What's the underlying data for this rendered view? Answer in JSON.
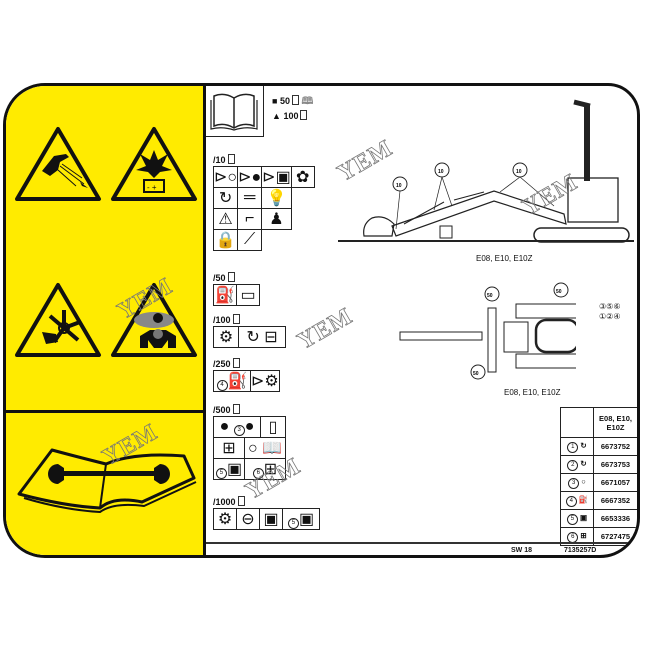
{
  "decal": {
    "title": "Bobcat E08/E10/E10Z maintenance decal",
    "accent_color": "#ffeb00",
    "border_color": "#111111"
  },
  "warnings": [
    {
      "name": "high-pressure-fluid-warning-icon"
    },
    {
      "name": "battery-explosion-warning-icon"
    },
    {
      "name": "rotating-fan-warning-icon"
    },
    {
      "name": "toxic-fumes-warning-icon"
    },
    {
      "name": "service-manual-wrench-icon"
    }
  ],
  "header": {
    "row1_symbol": "■",
    "row1_hours": "50",
    "row2_symbol": "▲",
    "row2_hours": "100"
  },
  "intervals": [
    {
      "label": "/10",
      "icons": [
        "engine-oil-level-icon",
        "engine-coolant-level-icon",
        "hydraulic-oil-level-icon",
        "fan-belt-icon",
        "air-cleaner-icon",
        "fuel-line-icon",
        "warning-lamp-icon",
        "safety-decals-icon",
        "seat-bar-icon",
        "operator-seat-icon",
        "lock-icon",
        "control-lever-icon"
      ]
    },
    {
      "label": "/50",
      "icons": [
        "fuel-filter-icon",
        "battery-icon"
      ]
    },
    {
      "label": "/100",
      "icons": [
        "engine-belt-icon",
        "alternator-belt-icon",
        "muffler-icon"
      ]
    },
    {
      "label": "/250",
      "icons": [
        "fuel-filter-replace-icon",
        "gearbox-oil-icon"
      ],
      "badges": [
        "4"
      ]
    },
    {
      "label": "/500",
      "icons": [
        "engine-oil-change-icon",
        "engine-oil-filter-icon",
        "radiator-icon",
        "battery-wiring-icon",
        "engine-service-icon",
        "manual-icon",
        "hydraulic-filter-icon",
        "hydraulic-breather-icon"
      ],
      "badges": [
        "3",
        "5",
        "6"
      ]
    },
    {
      "label": "/1000",
      "icons": [
        "drive-motor-icon",
        "coolant-change-icon",
        "hydraulic-oil-change-icon",
        "hydraulic-filter-replace-icon"
      ],
      "badges": [
        "5"
      ]
    }
  ],
  "diagrams": {
    "side_view_label": "E08, E10, E10Z",
    "top_view_label": "E08, E10, E10Z",
    "side_callout": "10",
    "top_callout": "50",
    "top_refs_row1": "③⑤⑥",
    "top_refs_row2": "①②④"
  },
  "parts_table": {
    "header": "E08, E10, E10Z",
    "rows": [
      {
        "num": "1",
        "icon": "engine-air-filter-icon",
        "part": "6673752"
      },
      {
        "num": "2",
        "icon": "engine-inner-filter-icon",
        "part": "6673753"
      },
      {
        "num": "3",
        "icon": "engine-oil-filter-icon",
        "part": "6671057"
      },
      {
        "num": "4",
        "icon": "fuel-filter-icon",
        "part": "6667352"
      },
      {
        "num": "5",
        "icon": "hydraulic-filter-icon",
        "part": "6653336"
      },
      {
        "num": "6",
        "icon": "hydraulic-breather-icon",
        "part": "6727475"
      }
    ]
  },
  "footer": {
    "series": "SW 18",
    "part_number": "7135257D"
  },
  "watermark": "YEM"
}
